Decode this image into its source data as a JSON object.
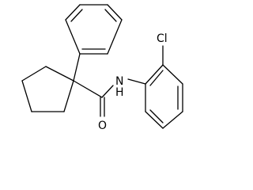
{
  "molecule": {
    "atoms": {
      "nitrogen": "N",
      "hydrogen": "H",
      "oxygen": "O",
      "chlorine": "Cl"
    },
    "colors": {
      "bond": "#000000",
      "label": "#000000",
      "background": "#ffffff"
    }
  }
}
